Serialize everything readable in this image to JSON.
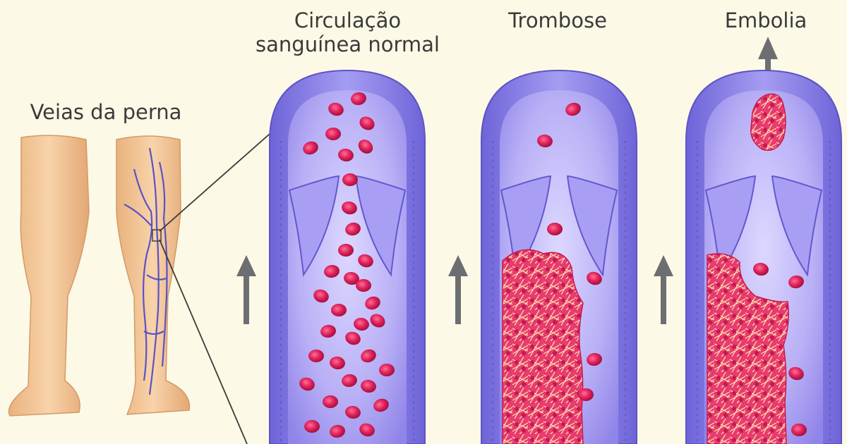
{
  "labels": {
    "legs": "Veias da perna",
    "normal_line1": "Circulação",
    "normal_line2": "sanguínea normal",
    "thrombosis": "Trombose",
    "embolism": "Embolia"
  },
  "colors": {
    "background": "#fcf9e6",
    "skin": "#f2c89a",
    "vein_wall": "#8f86e6",
    "vein_lumen": "#c9c2fa",
    "red_cell": "#e0245e",
    "clot": "#e83b70",
    "arrow": "#6d6e72"
  },
  "icons": [
    "flow-direction-arrow-icon",
    "legs-illustration",
    "vein-valve"
  ]
}
